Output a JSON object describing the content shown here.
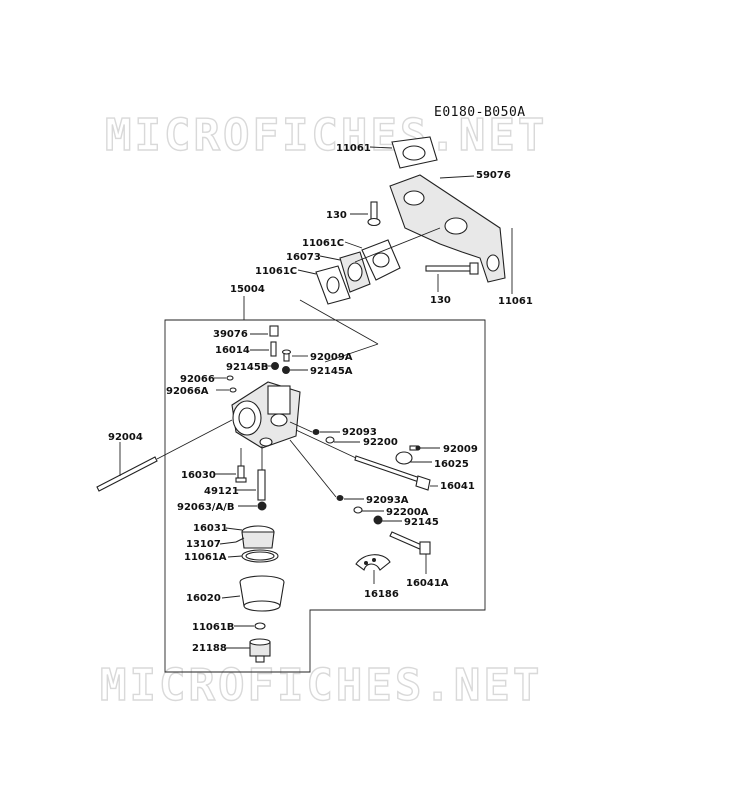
{
  "diagram": {
    "code": "E0180-B050A",
    "watermark": "MICROFICHES.NET",
    "labels": {
      "l11061_top": "11061",
      "l59076": "59076",
      "l130_a": "130",
      "l11061C_a": "11061C",
      "l16073": "16073",
      "l11061C_b": "11061C",
      "l130_b": "130",
      "l11061_right": "11061",
      "l15004": "15004",
      "l39076": "39076",
      "l16014": "16014",
      "l92009A": "92009A",
      "l92145B": "92145B",
      "l92145A": "92145A",
      "l92066": "92066",
      "l92066A": "92066A",
      "l92093": "92093",
      "l92200": "92200",
      "l92004": "92004",
      "l92009": "92009",
      "l16025": "16025",
      "l16030": "16030",
      "l16041": "16041",
      "l49121": "49121",
      "l92093A": "92093A",
      "l92063": "92063/A/B",
      "l92200A": "92200A",
      "l92145": "92145",
      "l16031": "16031",
      "l13107": "13107",
      "l11061A": "11061A",
      "l16041A": "16041A",
      "l16186": "16186",
      "l16020": "16020",
      "l11061B": "11061B",
      "l21188": "21188"
    }
  }
}
